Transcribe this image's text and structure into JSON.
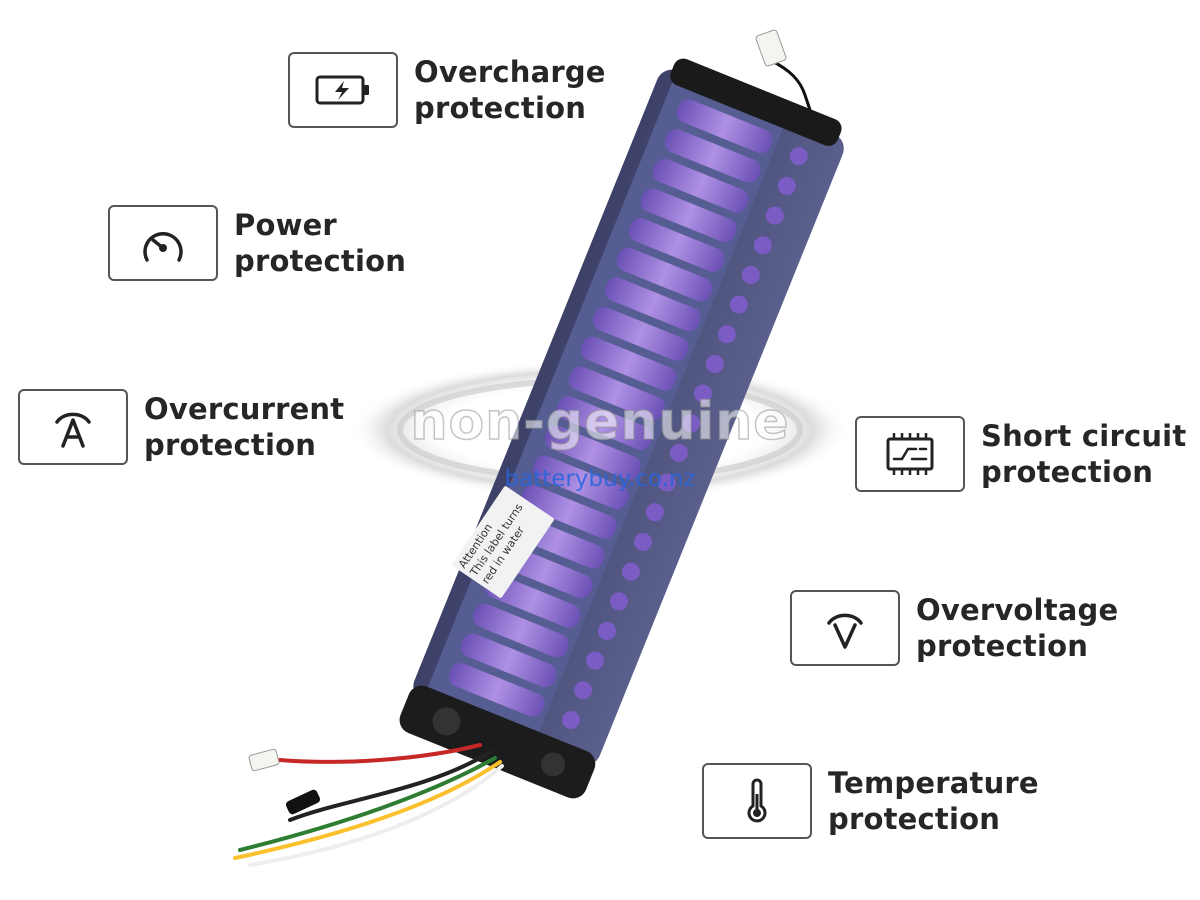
{
  "features": [
    {
      "id": "overcharge",
      "icon": "battery-charging-icon",
      "line1": "Overcharge",
      "line2": "protection"
    },
    {
      "id": "power",
      "icon": "gauge-icon",
      "line1": "Power",
      "line2": "protection"
    },
    {
      "id": "overcurrent",
      "icon": "ampere-icon",
      "line1": "Overcurrent",
      "line2": "protection"
    },
    {
      "id": "short",
      "icon": "circuit-board-icon",
      "line1": "Short circuit",
      "line2": "protection"
    },
    {
      "id": "overvoltage",
      "icon": "voltage-icon",
      "line1": "Overvoltage",
      "line2": "protection"
    },
    {
      "id": "temperature",
      "icon": "thermometer-icon",
      "line1": "Temperature",
      "line2": "protection"
    }
  ],
  "watermark": {
    "main": "non-genuine",
    "sub": "batterybuy.co.nz"
  },
  "sticker": {
    "line1": "Attention",
    "line2": "This label turns",
    "line3": "red in water"
  },
  "colors": {
    "cell": "#9a6fd6",
    "wrap": "#4a4f7a",
    "text": "#262626",
    "border": "#555555",
    "link": "#2864dc"
  }
}
